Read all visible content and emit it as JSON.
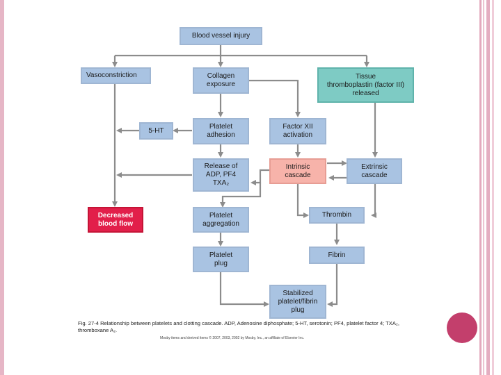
{
  "diagram": {
    "boxes": {
      "injury": "Blood vessel injury",
      "vasoconstriction": "Vasoconstriction",
      "collagen": "Collagen\nexposure",
      "tissue": "Tissue\nthromboplastin (factor III)\nreleased",
      "ht": "5-HT",
      "adhesion": "Platelet\nadhesion",
      "factor12": "Factor XII\nactivation",
      "release": "Release of\nADP, PF4\nTXA₂",
      "intrinsic": "Intrinsic\ncascade",
      "extrinsic": "Extrinsic\ncascade",
      "decreased": "Decreased\nblood flow",
      "aggregation": "Platelet\naggregation",
      "thrombin": "Thrombin",
      "plug": "Platelet\nplug",
      "fibrin": "Fibrin",
      "stabilized": "Stabilized\nplatelet/fibrin\nplug"
    },
    "caption": "Fig. 27-4  Relationship between platelets and clotting cascade. ADP, Adenosine diphosphate; 5-HT, serotonin; PF4, platelet factor 4; TXA₂, thromboxane A₂.",
    "copyright": "Mosby items and derived items © 2007, 2003, 2002 by Mosby, Inc., an affiliate of Elsevier Inc."
  },
  "colors": {
    "box_blue": "#a9c3e2",
    "box_teal": "#7ecbc4",
    "box_pink": "#f7b3aa",
    "box_red": "#e21f4a",
    "arrow": "#8c8c8c",
    "accent_dot": "#c33f6c"
  }
}
